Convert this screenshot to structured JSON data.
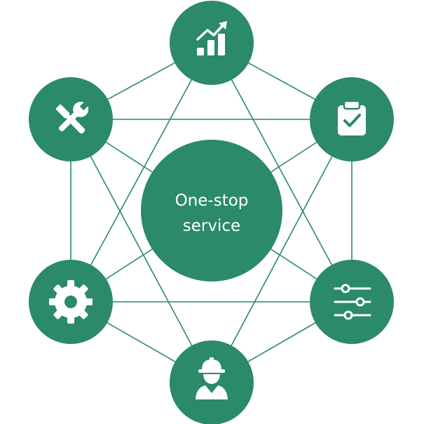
{
  "center": {
    "label_line1": "One-stop",
    "label_line2": "service"
  },
  "colors": {
    "node": "#2b8a68",
    "line": "#2b8a68",
    "icon": "#ffffff"
  },
  "nodes": [
    {
      "id": "top",
      "icon": "bar-chart-growth-icon"
    },
    {
      "id": "upper-right",
      "icon": "clipboard-check-icon"
    },
    {
      "id": "lower-right",
      "icon": "sliders-icon"
    },
    {
      "id": "bottom",
      "icon": "worker-hardhat-icon"
    },
    {
      "id": "lower-left",
      "icon": "gear-icon"
    },
    {
      "id": "upper-left",
      "icon": "tools-icon"
    }
  ]
}
